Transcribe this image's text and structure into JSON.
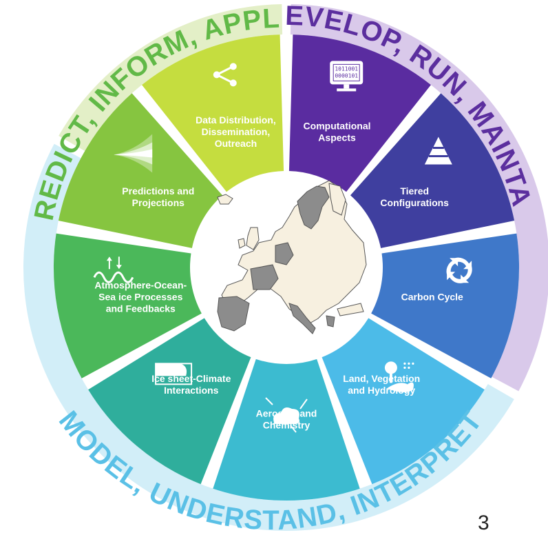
{
  "ring": {
    "top_left": "PREDICT, INFORM, APPLY",
    "top_right": "DEVELOP, RUN, MAINTAIN",
    "bottom": "MODEL, UNDERSTAND, INTERPRET"
  },
  "segments": [
    {
      "lines": [
        "Data Distribution,",
        "Dissemination,",
        "Outreach"
      ],
      "color": "#c5dd3f",
      "icon": "share-icon"
    },
    {
      "lines": [
        "Computational",
        "Aspects"
      ],
      "color": "#5a2ca0",
      "icon": "monitor-binary-icon",
      "screen": [
        "1011001",
        "0000101"
      ]
    },
    {
      "lines": [
        "Tiered",
        "Configurations"
      ],
      "color": "#3f3f9f",
      "icon": "pyramid-icon"
    },
    {
      "lines": [
        "Carbon Cycle"
      ],
      "color": "#3f78c9",
      "icon": "recycle-arrows-icon"
    },
    {
      "lines": [
        "Land, Vegetation",
        "and Hydrology"
      ],
      "color": "#4cbbe8",
      "icon": "tree-lake-rain-icon"
    },
    {
      "lines": [
        "Aerosols and",
        "Chemistry"
      ],
      "color": "#3cbbd0",
      "icon": "cloud-arrows-icon"
    },
    {
      "lines": [
        "Ice sheet-Climate",
        "Interactions"
      ],
      "color": "#2fae9c",
      "icon": "ice-sheet-icon"
    },
    {
      "lines": [
        "Atmosphere-Ocean-",
        "Sea ice Processes",
        "and Feedbacks"
      ],
      "color": "#4bb85a",
      "icon": "wave-arrows-icon"
    },
    {
      "lines": [
        "Predictions and",
        "Projections"
      ],
      "color": "#86c540",
      "icon": "projection-fan-icon"
    }
  ],
  "colors": {
    "ring_light_green": "#e3efc7",
    "ring_light_purple": "#d9c9ea",
    "ring_light_blue": "#d2eef8",
    "ring_text_green": "#61b947",
    "ring_text_purple": "#5b2e9e",
    "ring_text_blue": "#5ac0e6",
    "map_land": "#f7f0e0",
    "map_highlight": "#8c8c8c"
  },
  "page_number": "3"
}
